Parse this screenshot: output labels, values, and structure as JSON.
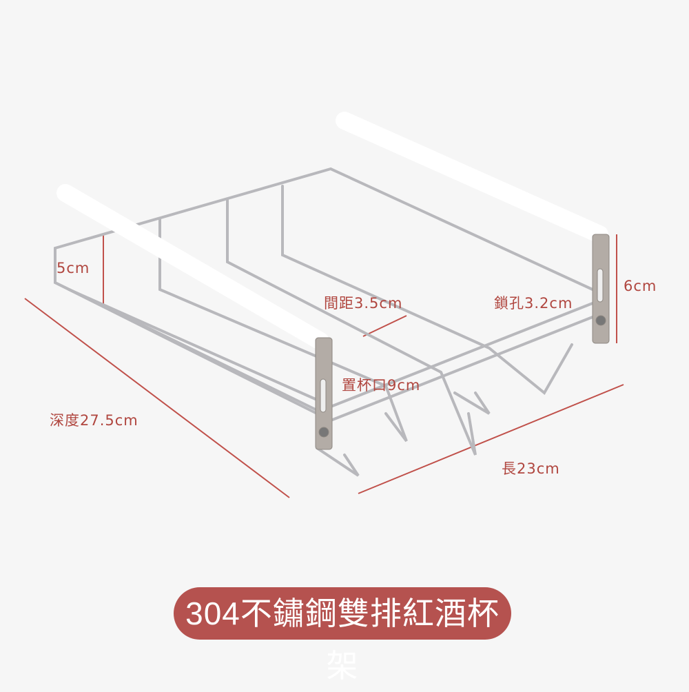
{
  "product": {
    "title": "304不鏽鋼雙排紅酒杯架",
    "dimensions": {
      "height_left": "5cm",
      "spacing": "間距3.5cm",
      "lock_hole": "鎖孔3.2cm",
      "height_right": "6cm",
      "cup_opening": "置杯口9cm",
      "depth": "深度27.5cm",
      "length": "長23cm"
    }
  },
  "colors": {
    "accent": "#b5524f",
    "dimension_line": "#c0504a",
    "background": "#f6f6f6"
  }
}
